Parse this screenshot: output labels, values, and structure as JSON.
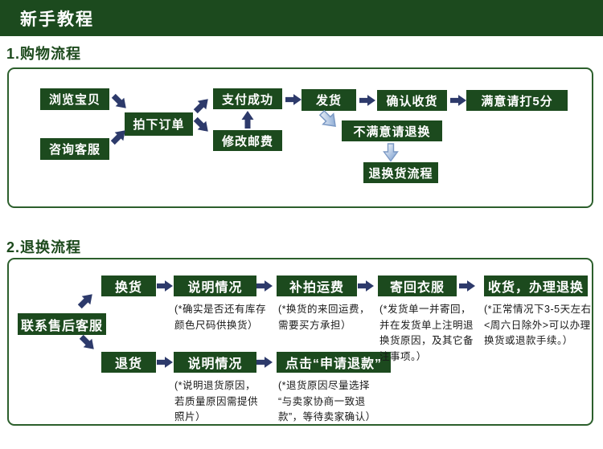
{
  "header": {
    "title": "新手教程"
  },
  "flow1": {
    "title": "1.购物流程",
    "nodes": {
      "browse": "浏览宝贝",
      "consult": "咨询客服",
      "order": "拍下订单",
      "pay": "支付成功",
      "postage": "修改邮费",
      "ship": "发货",
      "confirm": "确认收货",
      "rate": "满意请打5分",
      "unsatisfied": "不满意请退换",
      "return_flow": "退换货流程"
    }
  },
  "flow2": {
    "title": "2.退换流程",
    "nodes": {
      "contact": "联系售后客服",
      "exchange": "换货",
      "explain_exchange": "说明情况",
      "shipping_fee": "补拍运费",
      "send_back": "寄回衣服",
      "receive_process": "收货，办理退换",
      "return_goods": "退货",
      "explain_return": "说明情况",
      "apply_refund": "点击“申请退款”"
    },
    "notes": {
      "explain_exchange": "(*确实是否还有库存\n颜色尺码供换货）",
      "shipping_fee": "(*换货的来回运费，\n需要买方承担）",
      "send_back": "(*发货单一并寄回，\n并在发货单上注明退\n换货原因，及其它备\n注事项。）",
      "receive_process": "(*正常情况下3-5天左右\n<周六日除外>可以办理\n换货或退款手续。）",
      "explain_return": "(*说明退货原因，\n若质量原因需提供\n照片）",
      "apply_refund": "(*退货原因尽量选择\n“与卖家协商一致退\n款”，等待卖家确认）"
    }
  },
  "colors": {
    "box_green": "#1c4a1e",
    "border_green": "#2c5f2c",
    "arrow_navy": "#2d3a6b",
    "glossy_blue": "#6f96cb"
  },
  "icons": {
    "flow_arrow": "solid block arrow (navy)",
    "glossy_arrow": "glossy 3D arrow (light blue gradient)"
  }
}
